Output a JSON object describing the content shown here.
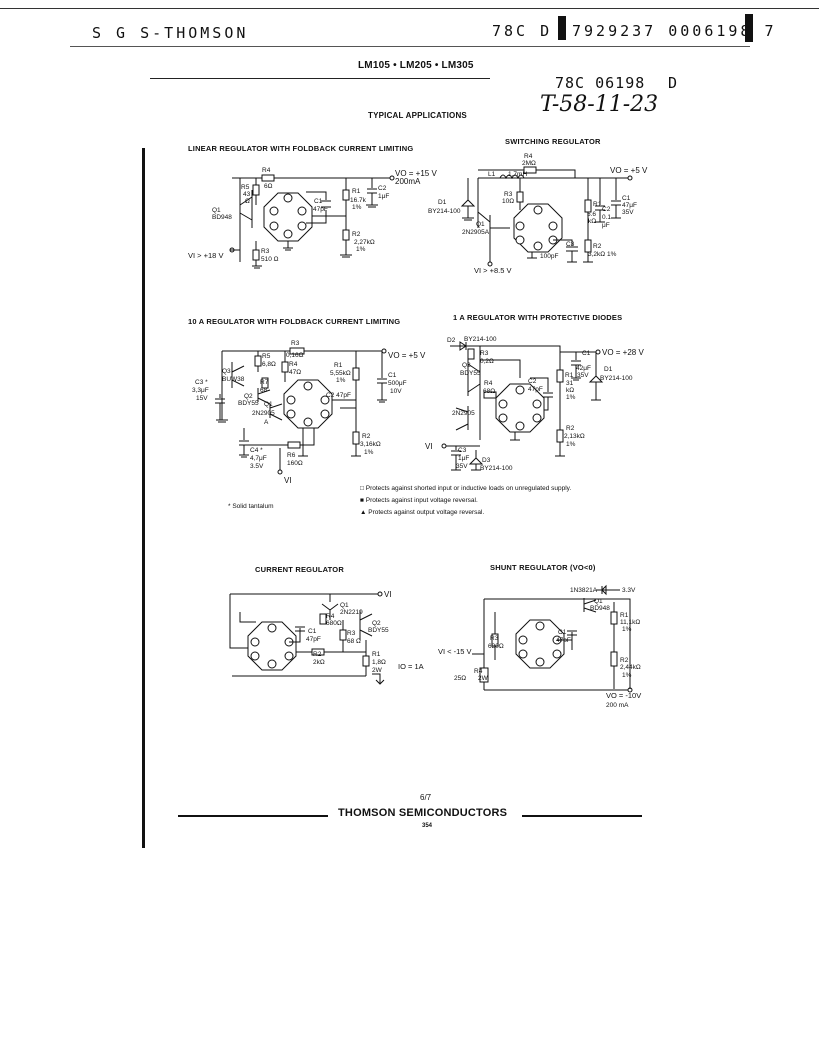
{
  "header": {
    "company": "S G S-THOMSON",
    "code_left": "78C D",
    "code_right": "7929237 0006198 7"
  },
  "page_title": "LM105 • LM205 • LM305",
  "stamp": {
    "code": "78C 06198",
    "letter": "D",
    "handwritten": "T-58-11-23"
  },
  "section_title": "TYPICAL APPLICATIONS",
  "figures": {
    "linear": {
      "caption": "LINEAR REGULATOR WITH FOLDBACK CURRENT LIMITING",
      "labels": {
        "r4": "R4",
        "r4v": "6Ω",
        "r5": "R5",
        "r5v": "43",
        "r5u": "Ω",
        "q1": "Q1",
        "q1v": "BD948",
        "vo": "VO = +15 V",
        "io": "200mA",
        "r1": "R1",
        "r1v": "16.7k",
        "r1t": "1%",
        "c1": "C1",
        "c1v": "47pF",
        "c2": "C2",
        "c2v": "1μF",
        "r2": "R2",
        "r2v": "2,27kΩ",
        "r2t": "1%",
        "r3": "R3",
        "r3v": "510 Ω",
        "vi": "VI > +18 V"
      }
    },
    "switching": {
      "caption": "SWITCHING REGULATOR",
      "labels": {
        "r4": "R4",
        "r4v": "2MΩ",
        "l1": "L1",
        "l1v": "1.7mH",
        "vo": "VO = +5 V",
        "d1": "D1",
        "d1v": "BY214-100",
        "r3": "R3",
        "r3v": "10Ω",
        "q1": "Q1",
        "q1v": "2N2905A",
        "r1": "R1",
        "r1v": "5.6",
        "r1u": "kΩ",
        "c2": "C2",
        "c2v": "0.1",
        "c2u": "μF",
        "c1": "C1",
        "c1v": "47μF",
        "c1u": "35V",
        "c3": "C3",
        "c3v": "100pF",
        "r2": "R2",
        "r2v": "3,2kΩ  1%",
        "vi": "VI > +8.5 V"
      }
    },
    "ten_amp": {
      "caption": "10 A REGULATOR WITH FOLDBACK CURRENT LIMITING",
      "labels": {
        "r3": "R3",
        "r3v": "0,16Ω",
        "r5": "R5",
        "r5v": "6,8Ω",
        "r4": "R4",
        "r4v": "47Ω",
        "q3": "Q3",
        "q3v": "BUW38",
        "r7": "R7",
        "r7v": "68",
        "q2": "Q2",
        "q2v": "BDY55",
        "q1": "Q1",
        "q1v": "2N2905",
        "a": "A",
        "c3": "C3 *",
        "c3v": "3,3μF",
        "c3u": "15V",
        "r1": "R1",
        "r1v": "5,55kΩ",
        "r1t": "1%",
        "vo": "VO = +5 V",
        "c1": "C1",
        "c1v": "500μF",
        "c1u": "10V",
        "c2": "C2 47pF",
        "c4": "C4 *",
        "c4v": "4,7μF",
        "c4u": "3.5V",
        "r6": "R6",
        "r6v": "160Ω",
        "vi": "VI",
        "r2": "R2",
        "r2v": "3,16kΩ",
        "r2t": "1%"
      }
    },
    "protective": {
      "caption": "1 A REGULATOR WITH PROTECTIVE DIODES",
      "labels": {
        "d2": "D2",
        "d2v": "BY214-100",
        "r3": "R3",
        "r3v": "0,2Ω",
        "q2": "Q2",
        "q2v": "BDY55",
        "c1": "C1",
        "c1v": "42μF",
        "c1u": "35V",
        "vo": "VO = +28 V",
        "d1": "D1",
        "d1v": "BY214-100",
        "r1": "R1",
        "r1v": "31",
        "r1u": "kΩ",
        "r1t": "1%",
        "r4": "R4",
        "r4v": "68Ω",
        "c2": "C2",
        "c2v": "47pF",
        "q1": "2N2905",
        "vi": "VI",
        "c3": "C3",
        "c3v": "1μF",
        "c3u": "35V",
        "d3": "D3",
        "d3v": "BY214-100",
        "r2": "R2",
        "r2v": "2,13kΩ",
        "r2t": "1%"
      }
    },
    "current": {
      "caption": "CURRENT REGULATOR",
      "labels": {
        "vi": "VI",
        "q1": "Q1",
        "q1v": "2N2219",
        "r4": "R4",
        "r4v": "680Ω",
        "q2": "Q2",
        "q2v": "BDY55",
        "c1": "C1",
        "c1v": "47pF",
        "r3": "R3",
        "r3v": "68 Ω",
        "r2": "R2",
        "r2v": "2kΩ",
        "r1": "R1",
        "r1v": "1,8Ω",
        "r1u": "2W",
        "io": "IO = 1A"
      }
    },
    "shunt": {
      "caption": "SHUNT REGULATOR (VO<0)",
      "labels": {
        "z": "1N3821A",
        "zv": "3.3V",
        "q1": "Q1",
        "q1v": "BD948",
        "r1": "R1",
        "r1v": "11,1kΩ",
        "r1t": "1%",
        "r3": "R3",
        "r3v": "620Ω",
        "c1": "C1",
        "c1v": "47pF",
        "vi": "VI < -15 V",
        "r4": "R4",
        "r4v": "25Ω",
        "r4u": "2W",
        "r2": "R2",
        "r2v": "2,44kΩ",
        "r2t": "1%",
        "vo": "VO = -10V",
        "io": "200 mA"
      }
    }
  },
  "notes": {
    "solid": "* Solid tantalum",
    "legend": [
      {
        "symbol": "□",
        "text": "Protects against shorted input or inductive loads on unregulated supply."
      },
      {
        "symbol": "■",
        "text": "Protects against input voltage reversal."
      },
      {
        "symbol": "▲",
        "text": "Protects against output voltage reversal."
      }
    ]
  },
  "footer": {
    "page": "6/7",
    "brand": "THOMSON SEMICONDUCTORS",
    "number": "354"
  }
}
